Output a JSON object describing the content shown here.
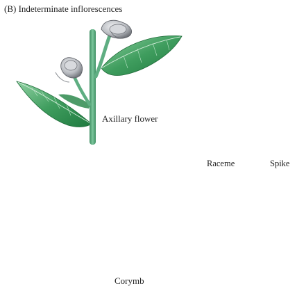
{
  "title": "(B) Indeterminate inflorescences",
  "labels": {
    "axillary": "Axillary flower",
    "raceme": "Raceme",
    "spike": "Spike",
    "corymb": "Corymb"
  },
  "colors": {
    "stem": "#62b68a",
    "stem_dark": "#3f8f63",
    "leaf_light": "#6bbf86",
    "leaf_dark": "#2e8a4e",
    "petal": "#b9bcc1",
    "petal_shadow": "#7d8086",
    "text": "#222222"
  }
}
